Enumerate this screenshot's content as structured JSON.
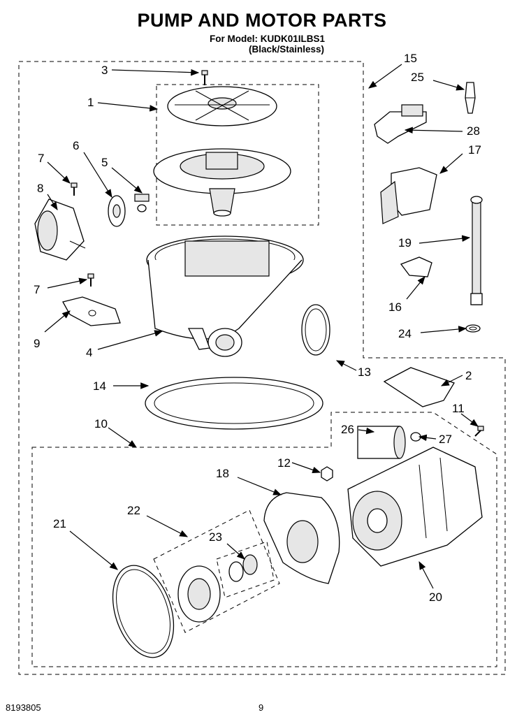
{
  "header": {
    "title": "PUMP AND MOTOR PARTS",
    "model_line": "For Model: KUDK01ILBS1",
    "variant_line": "(Black/Stainless)"
  },
  "footer": {
    "doc_number": "8193805",
    "page_number": "9"
  },
  "callouts": [
    "1",
    "2",
    "3",
    "4",
    "5",
    "6",
    "7",
    "7",
    "8",
    "9",
    "10",
    "11",
    "12",
    "13",
    "14",
    "15",
    "16",
    "17",
    "18",
    "19",
    "20",
    "21",
    "22",
    "23",
    "24",
    "25",
    "26",
    "27",
    "28"
  ]
}
